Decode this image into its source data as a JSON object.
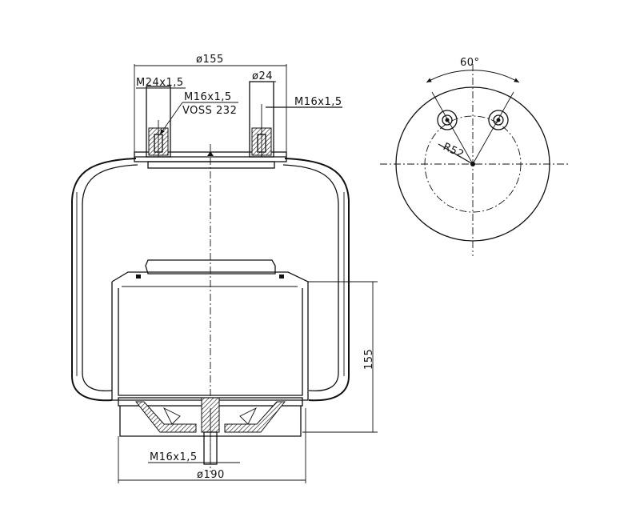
{
  "drawing": {
    "labels": {
      "top_plate_diameter": "ø155",
      "top_thread_left": "M24x1,5",
      "pin_diameter": "ø24",
      "inner_thread": "M16x1,5",
      "part_number": "VOSS 232",
      "top_thread_right": "M16x1,5",
      "height": "155",
      "bottom_thread": "M16x1,5",
      "piston_diameter": "ø190",
      "angle": "60°",
      "radius": "R52"
    },
    "colors": {
      "ink": "#111111",
      "background": "#ffffff"
    }
  }
}
